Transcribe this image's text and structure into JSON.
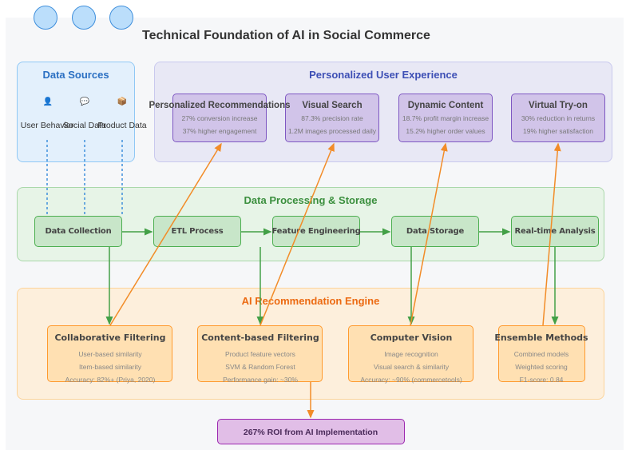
{
  "title": "Technical Foundation of AI in Social Commerce",
  "window_controls": [
    "circle-1",
    "circle-2",
    "circle-3"
  ],
  "colors": {
    "data_sources": "#2a6fc2",
    "user_experience": "#3d4fb5",
    "processing": "#3b8f3e",
    "ai_engine": "#ec6a12",
    "roi": "#9c27b0",
    "feedback_arrow": "#f28c28",
    "flow_arrow": "#43a047",
    "source_link": "#3f8fdc"
  },
  "data_sources": {
    "title": "Data Sources",
    "items": [
      {
        "label": "User Behavior",
        "icon": "person-icon",
        "glyph": "👤"
      },
      {
        "label": "Social Data",
        "icon": "speech-bubble-icon",
        "glyph": "💬"
      },
      {
        "label": "Product Data",
        "icon": "package-icon",
        "glyph": "📦"
      }
    ]
  },
  "user_experience": {
    "title": "Personalized User Experience",
    "cards": [
      {
        "title": "Personalized Recommendations",
        "lines": [
          "27% conversion increase",
          "37% higher engagement"
        ]
      },
      {
        "title": "Visual Search",
        "lines": [
          "87.3% precision rate",
          "1.2M images processed daily"
        ]
      },
      {
        "title": "Dynamic Content",
        "lines": [
          "18.7% profit margin increase",
          "15.2% higher order values"
        ]
      },
      {
        "title": "Virtual Try-on",
        "lines": [
          "30% reduction in returns",
          "19% higher satisfaction"
        ]
      }
    ]
  },
  "processing": {
    "title": "Data Processing & Storage",
    "steps": [
      "Data Collection",
      "ETL Process",
      "Feature Engineering",
      "Data Storage",
      "Real-time Analysis"
    ]
  },
  "ai_engine": {
    "title": "AI Recommendation Engine",
    "cards": [
      {
        "title": "Collaborative Filtering",
        "lines": [
          "User-based similarity",
          "Item-based similarity",
          "Accuracy: 82%+ (Priya, 2020)"
        ]
      },
      {
        "title": "Content-based Filtering",
        "lines": [
          "Product feature vectors",
          "SVM & Random Forest",
          "Performance gain: ~30%"
        ]
      },
      {
        "title": "Computer Vision",
        "lines": [
          "Image recognition",
          "Visual search & similarity",
          "Accuracy: ~90% (commercetools)"
        ]
      },
      {
        "title": "Ensemble Methods",
        "lines": [
          "Combined models",
          "Weighted scoring",
          "F1-score: 0.84"
        ]
      }
    ]
  },
  "roi": {
    "label": "267% ROI from AI Implementation"
  }
}
